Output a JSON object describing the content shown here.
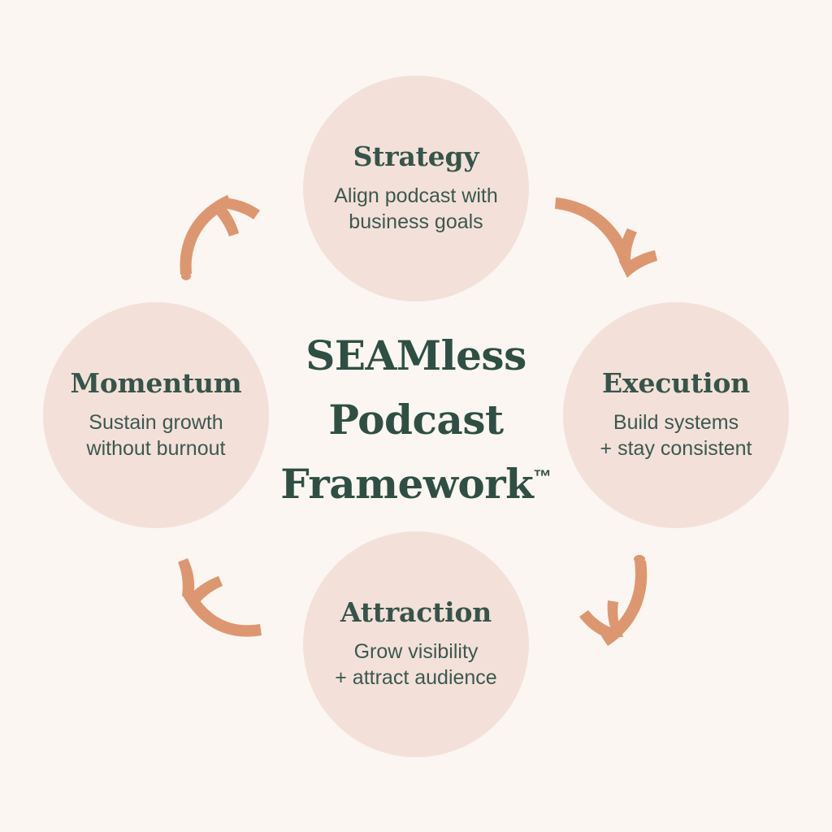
{
  "canvas": {
    "background_color": "#FBF6F2",
    "circle_color": "#F3E1D9",
    "text_color": "#36544A",
    "arrow_color": "#DD9770"
  },
  "center": {
    "line1": "SEAMless",
    "line2": "Podcast",
    "line3": "Framework",
    "trademark": "™"
  },
  "chart_data": {
    "type": "diagram",
    "layout": "cycle",
    "direction": "clockwise",
    "title": "SEAMless Podcast Framework™",
    "nodes": [
      {
        "id": "strategy",
        "position": "top",
        "title": "Strategy",
        "desc_line1": "Align podcast with",
        "desc_line2": "business goals"
      },
      {
        "id": "execution",
        "position": "right",
        "title": "Execution",
        "desc_line1": "Build systems",
        "desc_line2": "+ stay consistent"
      },
      {
        "id": "attraction",
        "position": "bottom",
        "title": "Attraction",
        "desc_line1": "Grow visibility",
        "desc_line2": "+ attract audience"
      },
      {
        "id": "momentum",
        "position": "left",
        "title": "Momentum",
        "desc_line1": "Sustain growth",
        "desc_line2": "without burnout"
      }
    ],
    "connectors": [
      {
        "id": "strategy-to-execution",
        "from": "strategy",
        "to": "execution",
        "style": "hand-drawn-curved-arrow"
      },
      {
        "id": "execution-to-attraction",
        "from": "execution",
        "to": "attraction",
        "style": "hand-drawn-curved-arrow"
      },
      {
        "id": "attraction-to-momentum",
        "from": "attraction",
        "to": "momentum",
        "style": "hand-drawn-curved-arrow"
      },
      {
        "id": "momentum-to-strategy",
        "from": "momentum",
        "to": "strategy",
        "style": "hand-drawn-curved-arrow"
      }
    ]
  }
}
